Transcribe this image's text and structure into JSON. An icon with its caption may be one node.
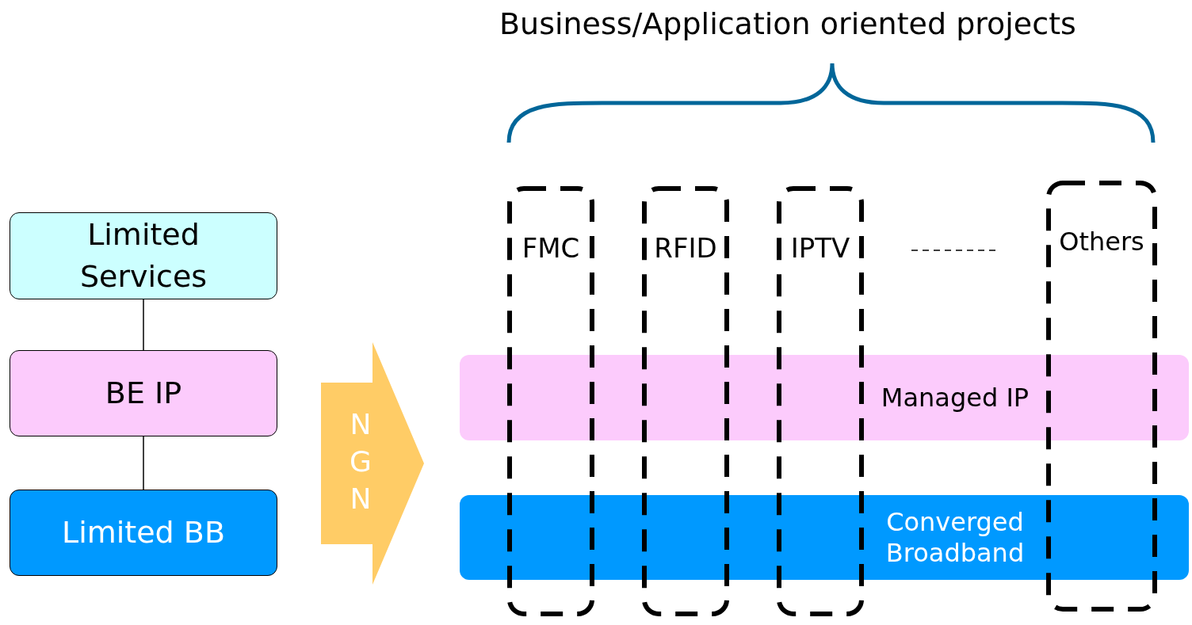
{
  "diagram": {
    "title": "Business/Application oriented projects",
    "nodes": [
      {
        "text": [
          "Limited Services"
        ]
      },
      {
        "text": [
          "BE IP"
        ]
      },
      {
        "text": [
          "Limited BB"
        ]
      },
      {
        "text": [
          "NGN"
        ]
      },
      {
        "text": [
          "FMC"
        ]
      },
      {
        "text": [
          "RFID"
        ]
      },
      {
        "text": [
          "IPTV"
        ]
      },
      {
        "text": [
          "Others"
        ]
      },
      {
        "text": [
          "Managed IP"
        ]
      },
      {
        "text": [
          "Converged Broadband"
        ]
      }
    ],
    "edges": [
      {
        "from": 0,
        "to": 1,
        "arrow": "none"
      },
      {
        "from": 1,
        "to": 2,
        "arrow": "none"
      },
      {
        "from": 6,
        "to": 7,
        "arrow": "none",
        "style": "dashed"
      }
    ]
  }
}
